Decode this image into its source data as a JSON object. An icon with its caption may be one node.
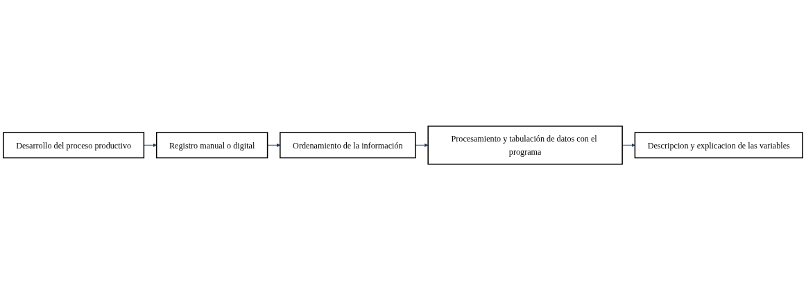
{
  "diagram": {
    "nodes": [
      {
        "text": [
          "Desarrollo del proceso productivo"
        ]
      },
      {
        "text": [
          "Registro manual o digital"
        ]
      },
      {
        "text": [
          "Ordenamiento de la información"
        ]
      },
      {
        "text": [
          "Procesamiento y tabulación de datos con el programa"
        ]
      },
      {
        "text": [
          "Descripcion y explicacion de las variables"
        ]
      }
    ],
    "edges": [
      {
        "from": 0,
        "to": 1,
        "arrow": "to"
      },
      {
        "from": 1,
        "to": 2,
        "arrow": "to"
      },
      {
        "from": 2,
        "to": 3,
        "arrow": "to"
      },
      {
        "from": 3,
        "to": 4,
        "arrow": "to"
      }
    ]
  }
}
